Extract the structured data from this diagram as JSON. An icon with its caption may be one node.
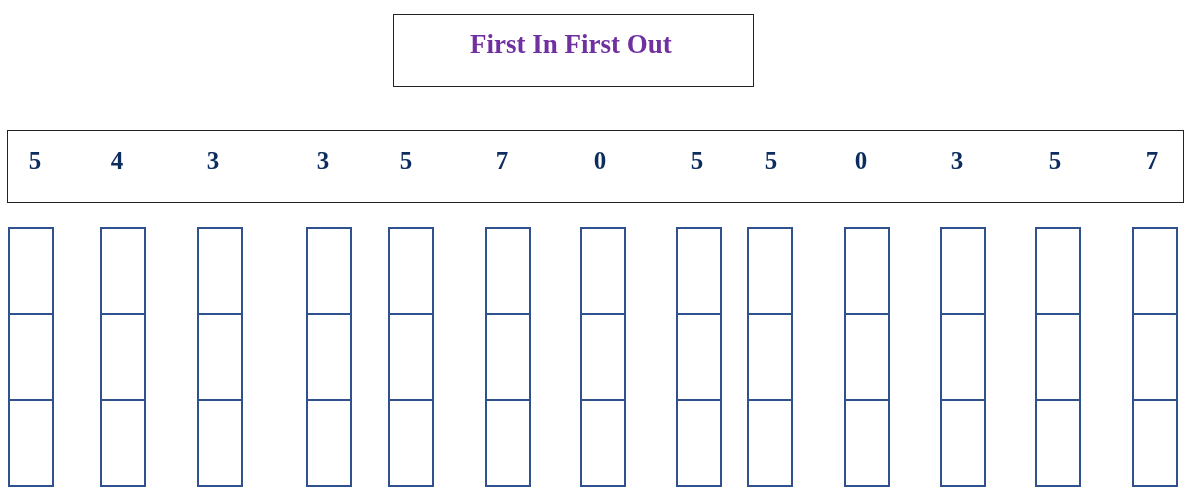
{
  "diagram": {
    "nodes": [
      {
        "text": [
          "First In First Out"
        ]
      },
      {
        "text": [
          "5",
          "4",
          "3",
          "3",
          "5",
          "7",
          "0",
          "5",
          "5",
          "0",
          "3",
          "5",
          "7"
        ]
      },
      {
        "text": [],
        "shape": "box"
      },
      {
        "text": [],
        "shape": "box"
      },
      {
        "text": [],
        "shape": "box"
      },
      {
        "text": [],
        "shape": "box"
      },
      {
        "text": [],
        "shape": "box"
      },
      {
        "text": [],
        "shape": "box"
      },
      {
        "text": [],
        "shape": "box"
      },
      {
        "text": [],
        "shape": "box"
      },
      {
        "text": [],
        "shape": "box"
      },
      {
        "text": [],
        "shape": "box"
      },
      {
        "text": [],
        "shape": "box"
      },
      {
        "text": [],
        "shape": "box"
      },
      {
        "text": [],
        "shape": "box"
      },
      {
        "text": [],
        "shape": "box"
      },
      {
        "text": [],
        "shape": "box"
      },
      {
        "text": [],
        "shape": "box"
      },
      {
        "text": [],
        "shape": "box"
      },
      {
        "text": [],
        "shape": "box"
      },
      {
        "text": [],
        "shape": "box"
      },
      {
        "text": [],
        "shape": "box"
      },
      {
        "text": [],
        "shape": "box"
      },
      {
        "text": [],
        "shape": "box"
      },
      {
        "text": [],
        "shape": "box"
      },
      {
        "text": [],
        "shape": "box"
      },
      {
        "text": [],
        "shape": "box"
      },
      {
        "text": [],
        "shape": "box"
      },
      {
        "text": [],
        "shape": "box"
      },
      {
        "text": [],
        "shape": "box"
      },
      {
        "text": [],
        "shape": "box"
      },
      {
        "text": [],
        "shape": "box"
      },
      {
        "text": [],
        "shape": "box"
      },
      {
        "text": [],
        "shape": "box"
      },
      {
        "text": [],
        "shape": "box"
      },
      {
        "text": [],
        "shape": "box"
      },
      {
        "text": [],
        "shape": "box"
      },
      {
        "text": [],
        "shape": "box"
      },
      {
        "text": [],
        "shape": "box"
      },
      {
        "text": [],
        "shape": "box"
      },
      {
        "text": [],
        "shape": "box"
      }
    ]
  }
}
